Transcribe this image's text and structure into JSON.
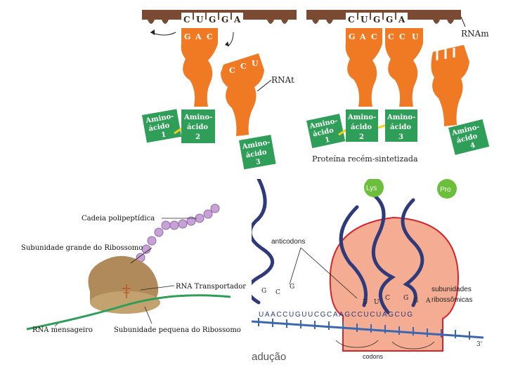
{
  "top_left": {
    "codon_top": [
      "C",
      "U",
      "G",
      "G",
      "A"
    ],
    "anticodon_1": [
      "G",
      "A",
      "C"
    ],
    "anticodon_2": [
      "C",
      "C",
      "U"
    ],
    "trna_label": "RNAt",
    "amino_1": [
      "Amino-",
      "ácido",
      "1"
    ],
    "amino_2": [
      "Amino-",
      "ácido",
      "2"
    ],
    "amino_3": [
      "Amino-",
      "ácido",
      "3"
    ]
  },
  "top_right": {
    "codon_top": [
      "C",
      "U",
      "G",
      "G",
      "A"
    ],
    "anticodon": [
      "G",
      "A",
      "C",
      "C",
      "C",
      "U"
    ],
    "mrna_label": "RNAm",
    "amino_1": [
      "Amino-",
      "ácido",
      "1"
    ],
    "amino_2": [
      "Amino-",
      "ácido",
      "2"
    ],
    "amino_3": [
      "Amino-",
      "ácido",
      "3"
    ],
    "amino_4": [
      "Amino-",
      "ácido",
      "4"
    ],
    "caption": "Proteína recém-sintetizada"
  },
  "bottom_left": {
    "label_chain": "Cadeia polipeptídica",
    "label_large": "Subunidade grande do Ribossomo",
    "label_trna": "RNA Transportador",
    "label_mrna": "RNA mensageiro",
    "label_small": "Subunidade pequena do Ribossomo"
  },
  "bottom_right": {
    "aa_1": "Lys",
    "aa_2": "Pro",
    "label_anticodons": "anticodons",
    "label_subunits": [
      "subunidades",
      "ribossômicas"
    ],
    "label_codons": "codons",
    "label_translation": "adução",
    "anticodon_left": [
      "G",
      "C",
      "G"
    ],
    "anticodon_mid": [
      "U",
      "U",
      "C"
    ],
    "anticodon_right": [
      "G",
      "G",
      "A"
    ],
    "mrna_seq": "UAACCUGUUCGCAAGCCUCUAGCUG",
    "end_3": "3'",
    "colors": {
      "ribosome": "#f4ad92",
      "ribosome_border": "#d6242b",
      "trna": "#2e3a7a",
      "mrna": "#3a67b0",
      "aa": "#6cbf3a"
    }
  },
  "colors": {
    "trna_orange": "#f07a24",
    "amino_green": "#2e9e58",
    "ribosome_brown": "#b08a5a",
    "mrna_brown": "#7a4a33"
  }
}
